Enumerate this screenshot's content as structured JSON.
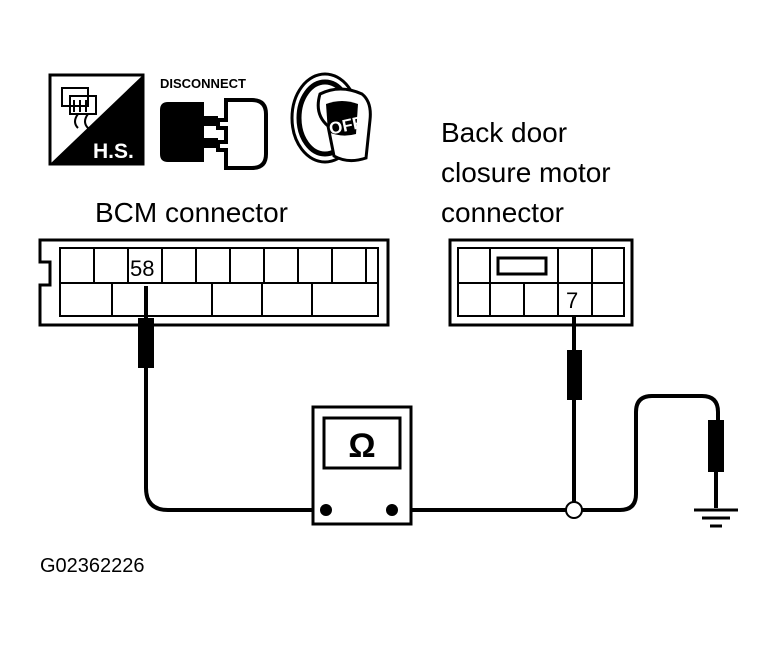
{
  "icons": {
    "harness_label": "H.S.",
    "disconnect_label": "DISCONNECT",
    "ignition_label": "OFF"
  },
  "bcm_connector": {
    "title": "BCM connector",
    "pin": "58"
  },
  "back_door_connector": {
    "title_line1": "Back door",
    "title_line2": "closure motor",
    "title_line3": "connector",
    "pin": "7"
  },
  "ohmmeter": {
    "symbol": "Ω"
  },
  "figure_id": "G02362226"
}
